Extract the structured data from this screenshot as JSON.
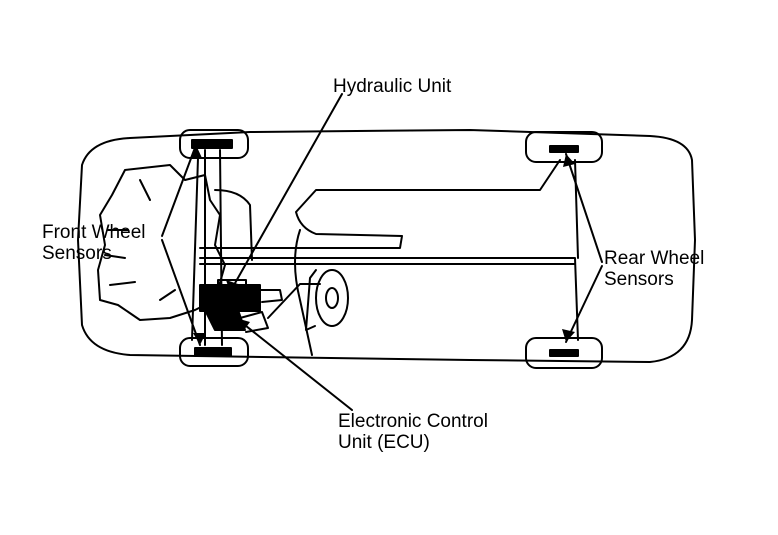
{
  "labels": {
    "hydraulic_unit": "Hydraulic Unit",
    "front_wheel_sensors": [
      "Front Wheel",
      "Sensors"
    ],
    "rear_wheel_sensors": [
      "Rear Wheel",
      "Sensors"
    ],
    "ecu": [
      "Electronic Control",
      "Unit (ECU)"
    ]
  },
  "colors": {
    "ink": "#000000",
    "paper": "#ffffff"
  }
}
